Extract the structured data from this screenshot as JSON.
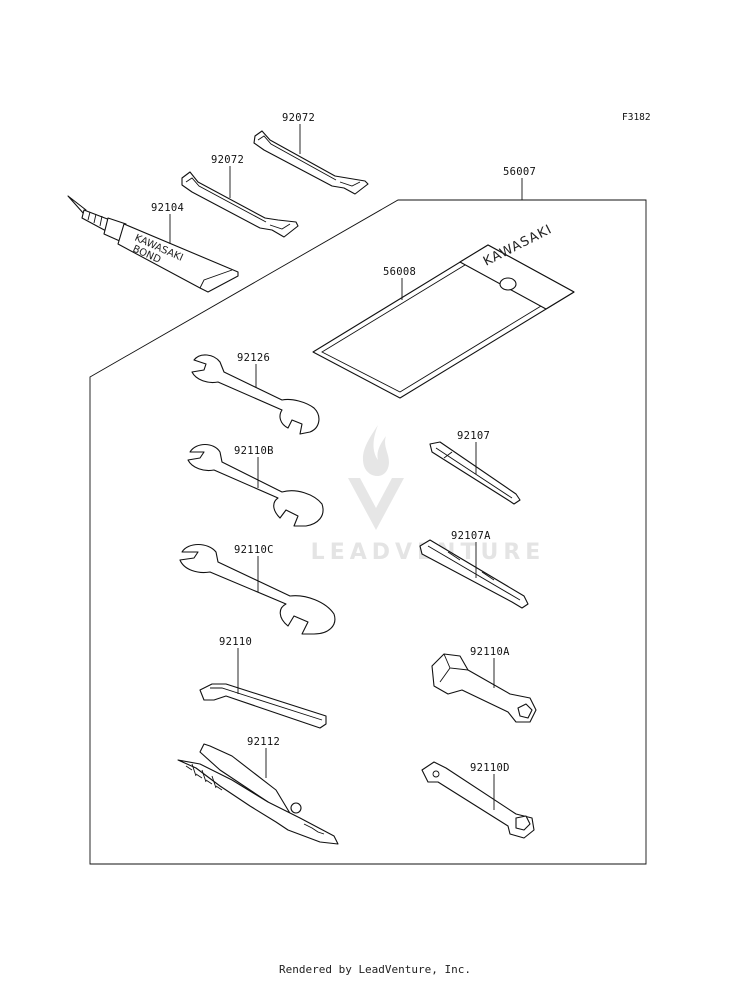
{
  "figure_id": "F3182",
  "watermark": {
    "text": "LEADVENTURE"
  },
  "pouch_brand": "KAWASAKI",
  "tube_print": {
    "brand": "KAWASAKI",
    "word": "BOND"
  },
  "parts": [
    {
      "id": "p92072a",
      "number": "92072"
    },
    {
      "id": "p92072b",
      "number": "92072"
    },
    {
      "id": "p92104",
      "number": "92104"
    },
    {
      "id": "p56007",
      "number": "56007"
    },
    {
      "id": "p56008",
      "number": "56008"
    },
    {
      "id": "p92126",
      "number": "92126"
    },
    {
      "id": "p92110B",
      "number": "92110B"
    },
    {
      "id": "p92110C",
      "number": "92110C"
    },
    {
      "id": "p92110",
      "number": "92110"
    },
    {
      "id": "p92112",
      "number": "92112"
    },
    {
      "id": "p92107",
      "number": "92107"
    },
    {
      "id": "p92107A",
      "number": "92107A"
    },
    {
      "id": "p92110A",
      "number": "92110A"
    },
    {
      "id": "p92110D",
      "number": "92110D"
    }
  ],
  "footer": "Rendered by LeadVenture, Inc."
}
